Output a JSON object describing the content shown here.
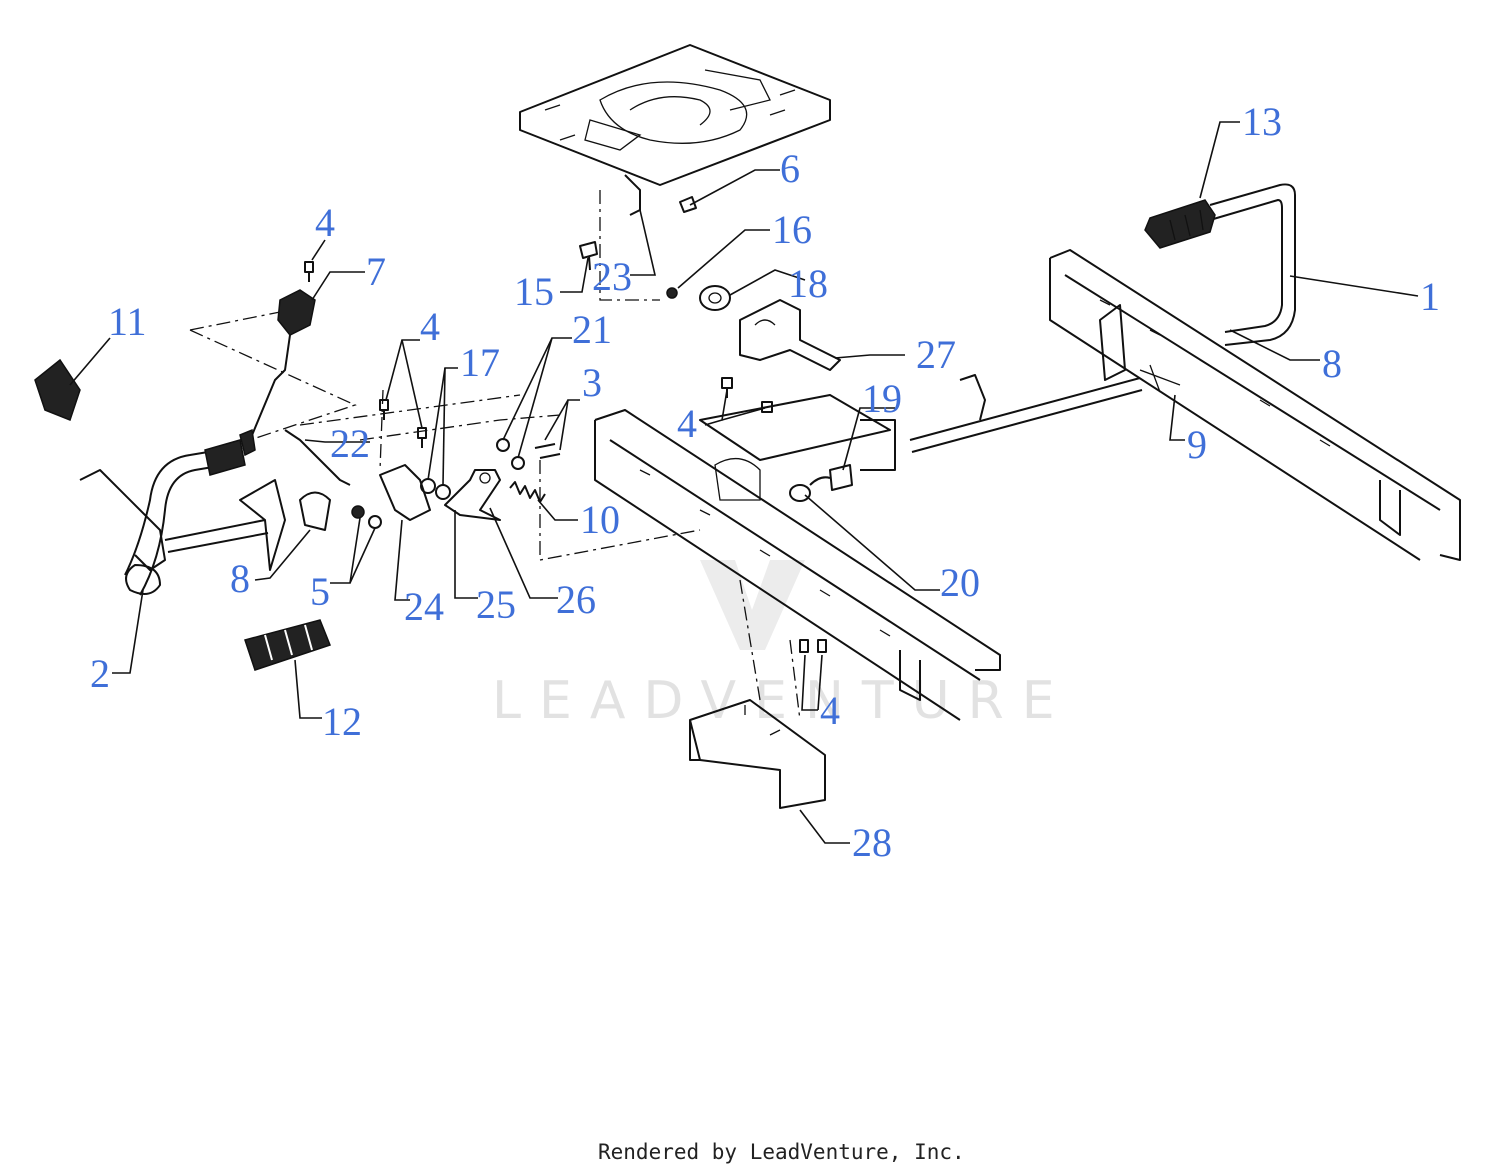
{
  "watermark": "LEADVENTURE",
  "footer": "Rendered by LeadVenture, Inc.",
  "colors": {
    "callout": "#3f6fd8",
    "line": "#111111",
    "watermark": "#e2e2e2"
  },
  "callouts": {
    "c1": "1",
    "c2": "2",
    "c3": "3",
    "c4a": "4",
    "c4b": "4",
    "c4c": "4",
    "c4d": "4",
    "c5": "5",
    "c6": "6",
    "c7": "7",
    "c8a": "8",
    "c8b": "8",
    "c9": "9",
    "c10": "10",
    "c11": "11",
    "c12": "12",
    "c13": "13",
    "c15": "15",
    "c16": "16",
    "c17": "17",
    "c18": "18",
    "c19": "19",
    "c20": "20",
    "c21": "21",
    "c22": "22",
    "c23": "23",
    "c24": "24",
    "c25": "25",
    "c26": "26",
    "c27": "27",
    "c28": "28"
  }
}
